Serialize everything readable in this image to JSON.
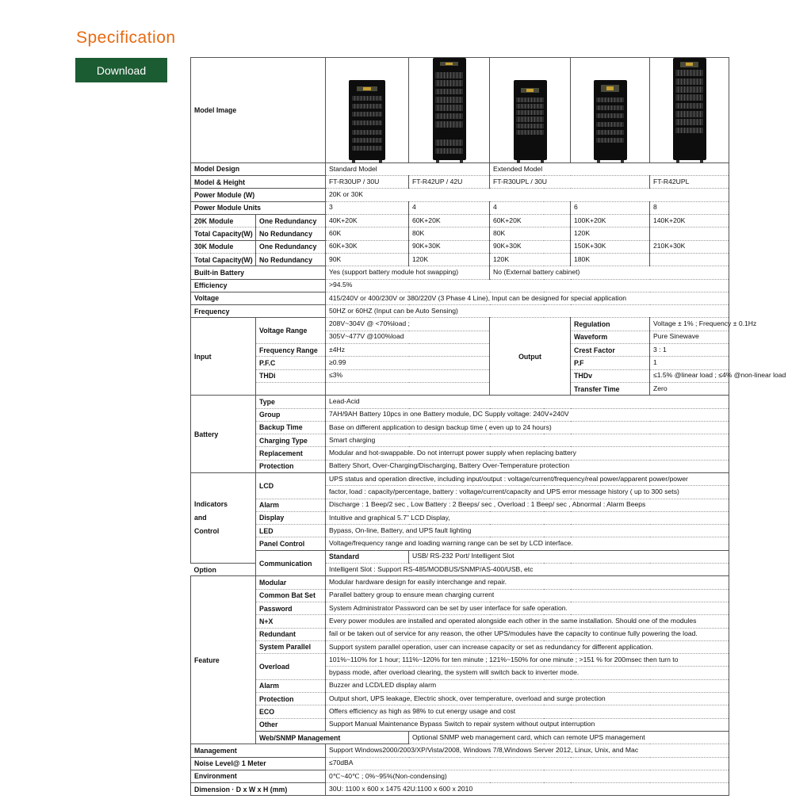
{
  "header": {
    "title": "Specification",
    "download_label": "Download"
  },
  "rows": {
    "model_image": "Model Image",
    "model_design": {
      "label": "Model Design",
      "standard": "Standard Model",
      "extended": "Extended Model"
    },
    "model_height": {
      "label": "Model & Height",
      "values": [
        "FT-R30UP / 30U",
        "FT-R42UP / 42U",
        "FT-R30UPL / 30U",
        "",
        "FT-R42UPL"
      ]
    },
    "power_module": {
      "label": "Power Module (W)",
      "value": "20K or 30K"
    },
    "power_units": {
      "label": "Power Module Units",
      "values": [
        "3",
        "4",
        "4",
        "6",
        "8"
      ]
    },
    "k20_one": {
      "label": "20K Module",
      "sub": "One Redundancy",
      "values": [
        "40K+20K",
        "60K+20K",
        "60K+20K",
        "100K+20K",
        "140K+20K"
      ]
    },
    "k20_no": {
      "label": "Total Capacity(W)",
      "sub": "No  Redundancy",
      "values": [
        "60K",
        "80K",
        "80K",
        "120K",
        ""
      ]
    },
    "k30_one": {
      "label": "30K Module",
      "sub": "One Redundancy",
      "values": [
        "60K+30K",
        "90K+30K",
        "90K+30K",
        "150K+30K",
        "210K+30K"
      ]
    },
    "k30_no": {
      "label": "Total Capacity(W)",
      "sub": "No  Redundancy",
      "values": [
        "90K",
        "120K",
        "120K",
        "180K",
        ""
      ]
    },
    "battery_builtin": {
      "label": "Built-in Battery",
      "standard": "Yes (support battery module hot swapping)",
      "extended": "No (External battery cabinet)"
    },
    "efficiency": {
      "label": "Efficiency",
      "value": ">94.5%"
    },
    "voltage": {
      "label": "Voltage",
      "value": "415/240V or 400/230V or 380/220V (3 Phase 4 Line), Input can be designed for special application"
    },
    "frequency": {
      "label": "Frequency",
      "value": "50HZ or 60HZ (Input can be Auto Sensing)"
    }
  },
  "input": {
    "label": "Input",
    "voltage_range": {
      "label": "Voltage Range",
      "line1": "208V~304V @ <70%load ;",
      "line2": "305V~477V @100%load"
    },
    "freq_range": {
      "label": "Frequency Range",
      "value": "±4Hz"
    },
    "pfc": {
      "label": "P.F.C",
      "value": "≥0.99"
    },
    "thdi": {
      "label": "THDi",
      "value": "≤3%"
    }
  },
  "output": {
    "label": "Output",
    "regulation": {
      "label": "Regulation",
      "value": "Voltage ± 1% ; Frequency ± 0.1Hz"
    },
    "waveform": {
      "label": "Waveform",
      "value": "Pure Sinewave"
    },
    "crest": {
      "label": "Crest Factor",
      "value": "3 : 1"
    },
    "pf": {
      "label": "P.F",
      "value": "1"
    },
    "thdv": {
      "label": "THDv",
      "value": "≤1.5% @linear load ; ≤4% @non-linear load"
    },
    "transfer": {
      "label": "Transfer Time",
      "value": "Zero"
    }
  },
  "battery": {
    "label": "Battery",
    "items": [
      {
        "label": "Type",
        "value": "Lead-Acid"
      },
      {
        "label": "Group",
        "value": "7AH/9AH Battery 10pcs in one Battery module, DC Supply voltage: 240V+240V"
      },
      {
        "label": "Backup Time",
        "value": "Base on different application to design backup time ( even up to 24 hours)"
      },
      {
        "label": "Charging Type",
        "value": "Smart charging"
      },
      {
        "label": "Replacement",
        "value": "Modular and hot-swappable. Do not interrupt power supply when replacing battery"
      },
      {
        "label": "Protection",
        "value": "Battery Short, Over-Charging/Discharging, Battery Over-Temperature protection"
      }
    ]
  },
  "indicators": {
    "label1": "Indicators",
    "label2": "and",
    "label3": "Control",
    "lcd": {
      "label": "LCD",
      "line1": "UPS status and operation directive, including input/output : voltage/current/frequency/real power/apparent power/power",
      "line2": "factor, load : capacity/percentage, battery : voltage/current/capacity and UPS error message  history ( up to 300 sets)"
    },
    "items": [
      {
        "label": "Alarm",
        "value": "Discharge : 1 Beep/2 sec , Low Battery : 2 Beeps/ sec , Overload : 1 Beep/ sec , Abnormal : Alarm Beeps"
      },
      {
        "label": "Display",
        "value": "Intuitive and graphical 5.7”  LCD Display,"
      },
      {
        "label": "LED",
        "value": "Bypass, On-line, Battery, and UPS fault lighting"
      },
      {
        "label": "Panel Control",
        "value": "Voltage/frequency range and loading warning range can be set by LCD interface."
      }
    ]
  },
  "communication": {
    "label": "Communication",
    "items": [
      {
        "label": "Standard",
        "value": "USB/ RS-232 Port/ Intelligent Slot"
      },
      {
        "label": "Option",
        "value": "Intelligent Slot : Support RS-485/MODBUS/SNMP/AS-400/USB, etc"
      }
    ]
  },
  "feature": {
    "label": "Feature",
    "modular": {
      "label": "Modular",
      "value": "Modular hardware design for easily interchange and repair."
    },
    "common_bat": {
      "label": "Common Bat Set",
      "value": "Parallel battery group to ensure mean charging current"
    },
    "password": {
      "label": "Password",
      "value": "System Administrator Password can be set by user interface for safe operation."
    },
    "nx": {
      "label1": "N+X",
      "label2": "Redundant",
      "line1": "Every power modules are installed and operated alongside each other in the same installation. Should one of the modules",
      "line2": "fail or be taken out of service for any reason, the other UPS/modules have the capacity to continue fully powering the load."
    },
    "parallel": {
      "label": "System Parallel",
      "value": "Support system parallel operation, user can increase capacity or set as redundancy for different application."
    },
    "overload": {
      "label": "Overload",
      "line1": "101%~110% for 1 hour; 111%~120% for ten minute ; 121%~150% for one minute ; >151 % for 200msec then turn to",
      "line2": "bypass mode, after overload clearing, the system will switch back to inverter mode."
    },
    "items": [
      {
        "label": "Alarm",
        "value": "Buzzer and LCD/LED display alarm"
      },
      {
        "label": "Protection",
        "value": "Output short, UPS leakage, Electric shock, over temperature, overload and surge protection"
      },
      {
        "label": "ECO",
        "value": "Offers efficiency as high as 98% to cut energy usage and cost"
      },
      {
        "label": "Other",
        "value": "Support Manual Maintenance Bypass Switch to repair system without output interruption"
      }
    ]
  },
  "footer_rows": [
    {
      "label": "Web/SNMP Management",
      "value": "Optional SNMP web management card, which can remote UPS management"
    },
    {
      "label": "Management",
      "value": "Support Windows2000/2003/XP/Vista/2008, Windows 7/8,Windows Server 2012, Linux, Unix, and Mac"
    },
    {
      "label": "Noise Level@ 1 Meter",
      "value": "≤70dBA"
    },
    {
      "label": "Environment",
      "value": "0℃~40℃ ; 0%~95%(Non-condensing)"
    },
    {
      "label": "Dimension · D x W x H (mm)",
      "value": "30U: 1100 x 600 x 1475    42U:1100 x 600 x 2010"
    }
  ]
}
